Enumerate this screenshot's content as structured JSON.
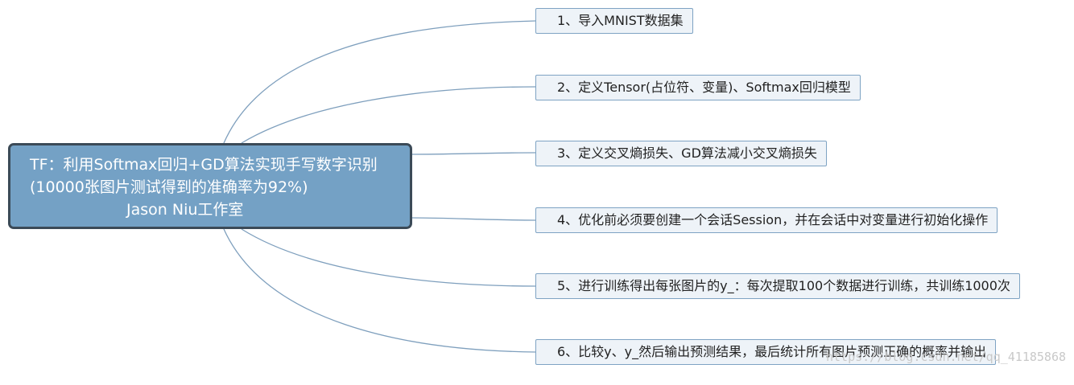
{
  "central": {
    "line1": "TF：利用Softmax回归+GD算法实现手写数字识别",
    "line2": "(10000张图片测试得到的准确率为92%)",
    "line3": "Jason Niu工作室"
  },
  "topics": [
    "1、导入MNIST数据集",
    "2、定义Tensor(占位符、变量)、Softmax回归模型",
    "3、定义交叉熵损失、GD算法减小交叉熵损失",
    "4、优化前必须要创建一个会话Session，并在会话中对变量进行初始化操作",
    "5、进行训练得出每张图片的y_：每次提取100个数据进行训练，共训练1000次",
    "6、比较y、y_然后输出预测结果，最后统计所有图片预测正确的概率并输出"
  ],
  "watermark": "https://blog.csdn.net/qq_41185868",
  "colors": {
    "central_fill": "#74a1c5",
    "central_border": "#3b4a57",
    "topic_fill": "#eef3f8",
    "topic_border": "#7ea3c3",
    "connector": "#7e9fbd"
  }
}
